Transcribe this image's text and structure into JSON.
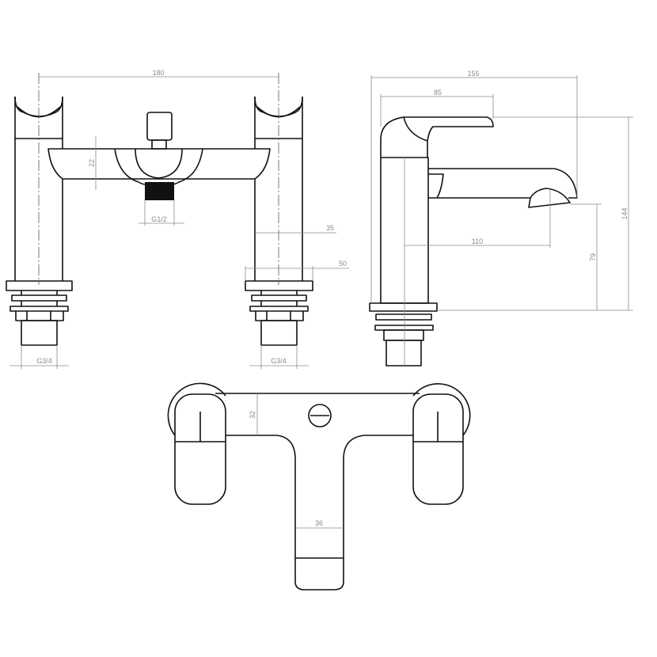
{
  "dimensions": {
    "front_view": {
      "width_centers": "180",
      "bridge_height": "22",
      "outlet_thread": "G1/2",
      "body_width": "35",
      "base_width": "50",
      "left_inlet_thread": "G3/4",
      "right_inlet_thread": "G3/4"
    },
    "side_view": {
      "overall_depth": "155",
      "lever_length": "85",
      "spout_reach": "110",
      "spout_height": "79",
      "overall_height": "144"
    },
    "top_view": {
      "bridge_depth": "32",
      "spout_width": "36"
    }
  },
  "colors": {
    "outline": "#111111",
    "dimension": "#8a8a8a"
  }
}
